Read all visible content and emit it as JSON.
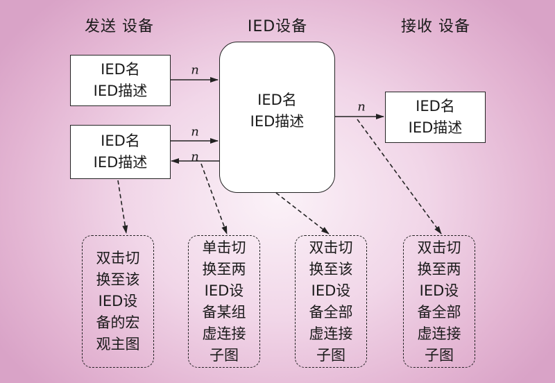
{
  "headers": {
    "sender": "发送 设备",
    "ied": "IED设备",
    "receiver": "接收 设备"
  },
  "sender_box_1": {
    "line1": "IED名",
    "line2": "IED描述"
  },
  "sender_box_2": {
    "line1": "IED名",
    "line2": "IED描述"
  },
  "ied_box": {
    "line1": "IED名",
    "line2": "IED描述"
  },
  "receiver_box": {
    "line1": "IED名",
    "line2": "IED描述"
  },
  "arrow_labels": {
    "n1": "n",
    "n2": "n",
    "n3": "n",
    "n4": "n"
  },
  "notes": [
    {
      "lines": [
        "双击切",
        "换至该",
        "IED设",
        "备的宏",
        "观主图"
      ]
    },
    {
      "lines": [
        "单击切",
        "换至两",
        "IED设",
        "备某组",
        "虚连接",
        "子图"
      ]
    },
    {
      "lines": [
        "双击切",
        "换至该",
        "IED设",
        "备全部",
        "虚连接",
        "子图"
      ]
    },
    {
      "lines": [
        "双击切",
        "换至两",
        "IED设",
        "备全部",
        "虚连接",
        "子图"
      ]
    }
  ]
}
